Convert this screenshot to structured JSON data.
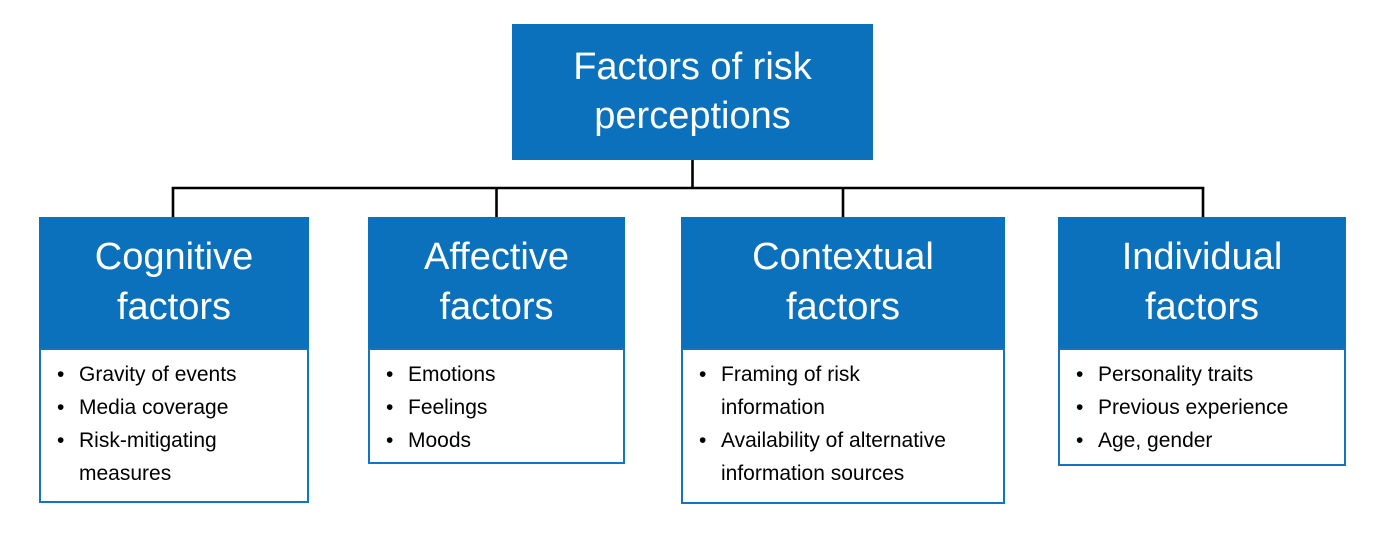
{
  "diagram": {
    "root": {
      "label": "Factors of risk perceptions"
    },
    "branches": [
      {
        "title": "Cognitive factors",
        "items": [
          "Gravity of events",
          "Media coverage",
          "Risk-mitigating measures"
        ]
      },
      {
        "title": "Affective factors",
        "items": [
          "Emotions",
          "Feelings",
          "Moods"
        ]
      },
      {
        "title": "Contextual factors",
        "items": [
          "Framing of risk information",
          "Availability of alternative information sources"
        ]
      },
      {
        "title": "Individual factors",
        "items": [
          "Personality traits",
          "Previous experience",
          "Age, gender"
        ]
      }
    ],
    "colors": {
      "fill": "#0c71bd",
      "border": "#1474c4",
      "line": "#000000",
      "text_on_fill": "#ffffff",
      "body_text": "#000000",
      "background": "#ffffff"
    }
  }
}
